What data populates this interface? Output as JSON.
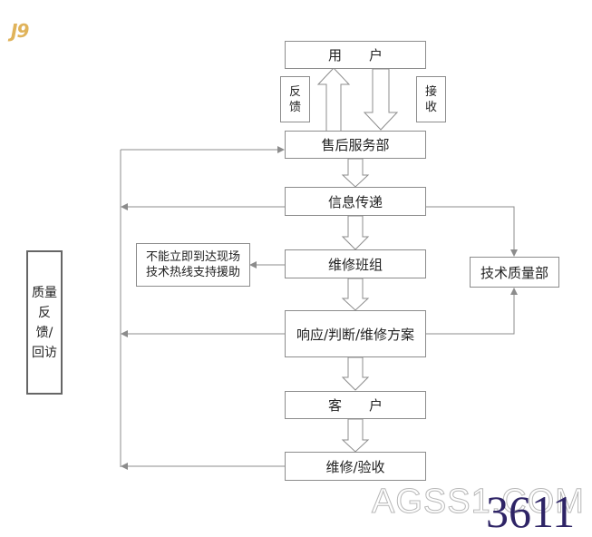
{
  "logo": "J9",
  "nodes": {
    "user": "用　　户",
    "feedback": "反\n馈",
    "receive": "接\n收",
    "after_sales": "售后服务部",
    "info": "信息传递",
    "repair_team": "维修班组",
    "hotline": "不能立即到达现场\n技术热线支持援助",
    "tech_quality": "技术质量部",
    "response": "响应/判断/维修方案",
    "customer": "客　　户",
    "repair_accept": "维修/验收",
    "quality_feedback": "质量反馈/回访"
  },
  "watermark": {
    "text": "AGSS1.COM",
    "number": "3611"
  },
  "colors": {
    "border": "#8c8c8c",
    "line": "#8c8c8c",
    "logo": "#e0b35a",
    "number": "#2e2466"
  }
}
